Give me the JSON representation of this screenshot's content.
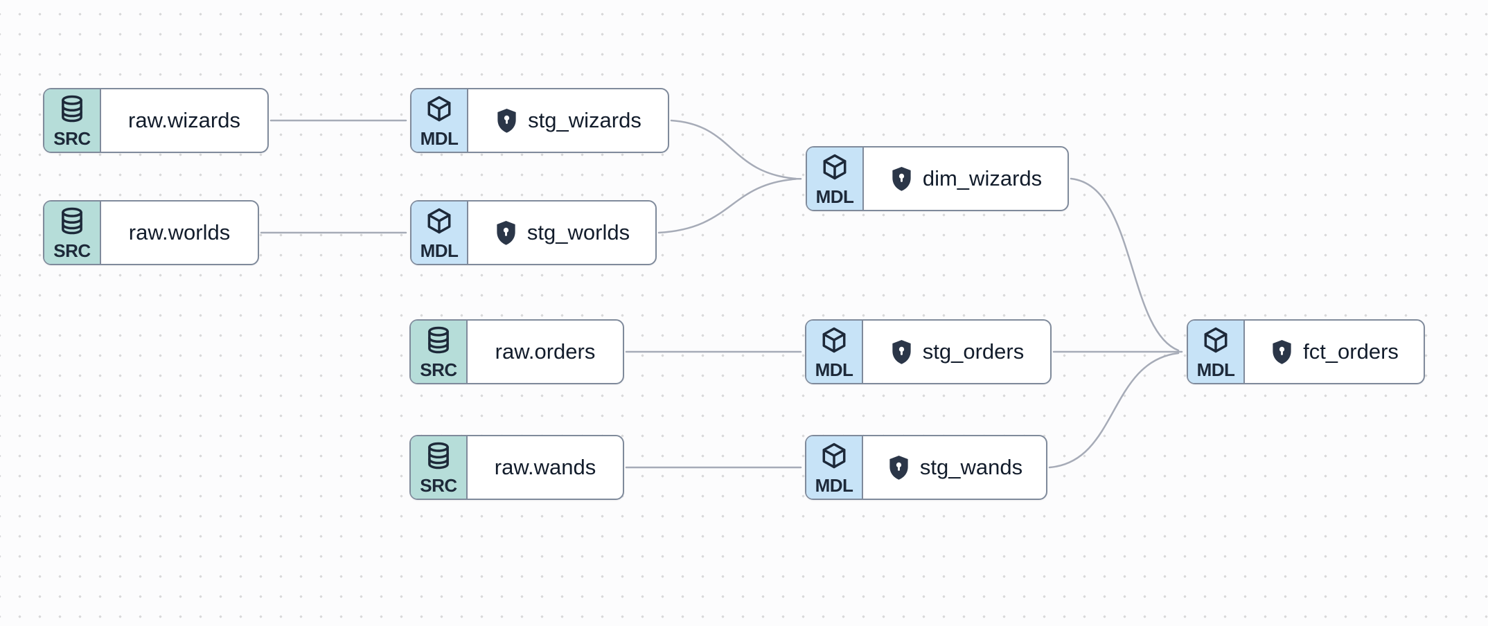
{
  "badges": {
    "source": "SRC",
    "model": "MDL"
  },
  "colors": {
    "source_badge": "#b6ddd9",
    "model_badge": "#c7e3f7",
    "node_border": "#7f8a9b",
    "edge_line": "#a6abb7",
    "node_text": "#121c2b",
    "shield": "#2b3648",
    "canvas_background": "#fcfcfd",
    "grid_dot": "#d9d9da"
  },
  "icons": {
    "source": "database-icon",
    "model": "cube-icon",
    "contract": "shield-lock-icon"
  },
  "nodes": [
    {
      "id": "raw.wizards",
      "type": "source",
      "badge": "SRC",
      "label": "raw.wizards",
      "has_shield": false
    },
    {
      "id": "stg_wizards",
      "type": "model",
      "badge": "MDL",
      "label": "stg_wizards",
      "has_shield": true
    },
    {
      "id": "raw.worlds",
      "type": "source",
      "badge": "SRC",
      "label": "raw.worlds",
      "has_shield": false
    },
    {
      "id": "stg_worlds",
      "type": "model",
      "badge": "MDL",
      "label": "stg_worlds",
      "has_shield": true
    },
    {
      "id": "dim_wizards",
      "type": "model",
      "badge": "MDL",
      "label": "dim_wizards",
      "has_shield": true
    },
    {
      "id": "raw.orders",
      "type": "source",
      "badge": "SRC",
      "label": "raw.orders",
      "has_shield": false
    },
    {
      "id": "stg_orders",
      "type": "model",
      "badge": "MDL",
      "label": "stg_orders",
      "has_shield": true
    },
    {
      "id": "fct_orders",
      "type": "model",
      "badge": "MDL",
      "label": "fct_orders",
      "has_shield": true
    },
    {
      "id": "raw.wands",
      "type": "source",
      "badge": "SRC",
      "label": "raw.wands",
      "has_shield": false
    },
    {
      "id": "stg_wands",
      "type": "model",
      "badge": "MDL",
      "label": "stg_wands",
      "has_shield": true
    }
  ],
  "edges": [
    {
      "from": "raw.wizards",
      "to": "stg_wizards"
    },
    {
      "from": "raw.worlds",
      "to": "stg_worlds"
    },
    {
      "from": "stg_wizards",
      "to": "dim_wizards"
    },
    {
      "from": "stg_worlds",
      "to": "dim_wizards"
    },
    {
      "from": "raw.orders",
      "to": "stg_orders"
    },
    {
      "from": "raw.wands",
      "to": "stg_wands"
    },
    {
      "from": "dim_wizards",
      "to": "fct_orders"
    },
    {
      "from": "stg_orders",
      "to": "fct_orders"
    },
    {
      "from": "stg_wands",
      "to": "fct_orders"
    }
  ]
}
